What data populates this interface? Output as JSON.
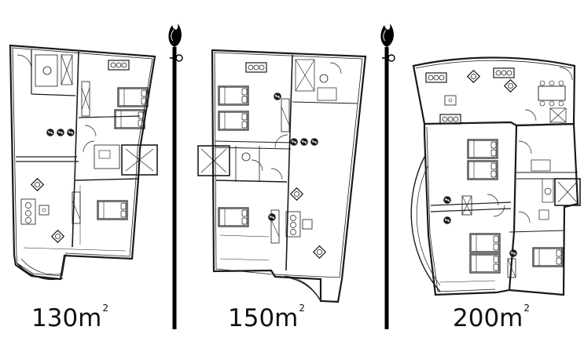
{
  "plans": [
    {
      "area_value": "130m",
      "area_exponent": "2"
    },
    {
      "area_value": "150m",
      "area_exponent": "2"
    },
    {
      "area_value": "200m",
      "area_exponent": "2"
    }
  ],
  "colors": {
    "ink": "#1a1a1a",
    "divider": "#000000",
    "background": "#ffffff"
  },
  "icons": [
    "flame-torch-icon",
    "bed-icon",
    "sofa-icon",
    "armchair-icon",
    "table-icon",
    "door-swing-icon",
    "stove-icon"
  ]
}
